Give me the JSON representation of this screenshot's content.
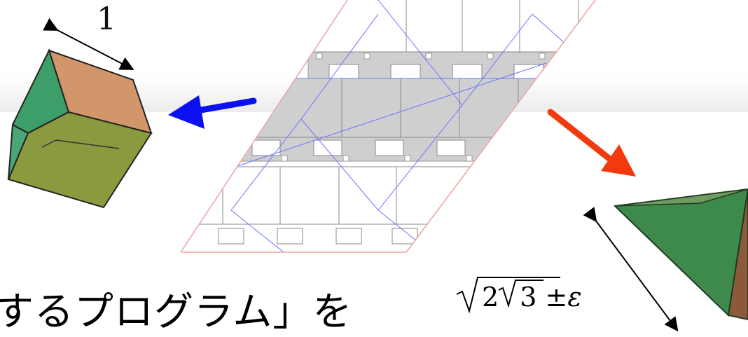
{
  "cube": {
    "edge_label": "1"
  },
  "tetrahedron": {
    "radicand_outer": "2",
    "radicand_inner": "3",
    "plus_minus": "±",
    "epsilon": "ε"
  },
  "caption": {
    "text": "するプログラム」を"
  },
  "colors": {
    "left_arrow": "#0a10f0",
    "right_arrow": "#f23a0e",
    "cube_front": "#8b9a3e",
    "cube_top": "#d2966b",
    "cube_side": "#3e9e6a",
    "tetra_front": "#3e8a4c",
    "tetra_side": "#8a5a3a",
    "net_fill": "#cccccc",
    "boundary": "#f2a0a0",
    "fold_lines": "#6a74ff"
  }
}
